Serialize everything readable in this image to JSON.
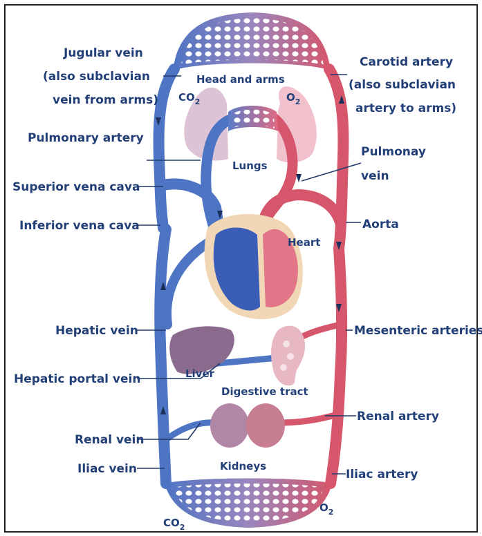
{
  "labels": {
    "jugular": [
      "Jugular vein",
      "(also subclavian",
      "vein from arms)"
    ],
    "carotid": [
      "Carotid artery",
      "(also subclavian",
      "artery to arms)"
    ],
    "head_and_arms": "Head and arms",
    "co2_top": "CO",
    "o2_top": "O",
    "pulmonary_artery": "Pulmonary artery",
    "pulmonary_vein": [
      "Pulmonay",
      "vein"
    ],
    "lungs": "Lungs",
    "superior_vena_cava": "Superior vena cava",
    "inferior_vena_cava": "Inferior vena cava",
    "aorta": "Aorta",
    "heart": "Heart",
    "hepatic_vein": "Hepatic vein",
    "mesenteric_arteries": "Mesenteric arteries",
    "hepatic_portal_vein": "Hepatic portal vein",
    "liver": "Liver",
    "digestive_tract": "Digestive tract",
    "renal_artery": "Renal artery",
    "renal_vein": "Renal vein",
    "kidneys": "Kidneys",
    "iliac_vein": "Iliac vein",
    "iliac_artery": "Iliac artery",
    "co2_bottom": "CO",
    "o2_bottom": "O",
    "subscript_2": "2"
  },
  "colors": {
    "vein_blue": "#4e74c4",
    "artery_red": "#d6566b",
    "label_text": "#233f78"
  }
}
